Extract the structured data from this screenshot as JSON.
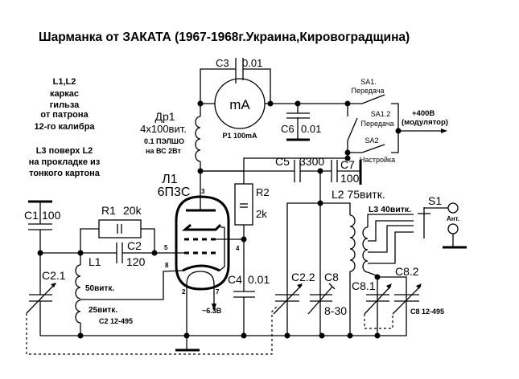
{
  "title": "Шарманка от ЗАКАТА (1967-1968г.Украина,Кировоградщина)",
  "notes": {
    "coil_form": [
      "L1,L2",
      "каркас",
      "гильза",
      "от патрона",
      "12-го калибра"
    ],
    "l3_note": [
      "L3 поверх L2",
      "на прокладке из",
      "тонкого картона"
    ]
  },
  "components": {
    "c1": {
      "ref": "C1",
      "value": "100"
    },
    "c2": {
      "ref": "C2",
      "value": "120"
    },
    "c2_1": {
      "ref": "C2.1"
    },
    "c2_2": {
      "ref": "C2.2"
    },
    "c2_range": "C2 12-495",
    "c3": {
      "ref": "C3",
      "value": "0.01"
    },
    "c4": {
      "ref": "C4",
      "value": "0.01"
    },
    "c5": {
      "ref": "C5",
      "value": "3300"
    },
    "c6": {
      "ref": "C6",
      "value": "0.01"
    },
    "c7": {
      "ref": "C7",
      "value": "100"
    },
    "c8": {
      "ref": "C8",
      "value": "8-30"
    },
    "c8_1": {
      "ref": "C8.1"
    },
    "c8_2": {
      "ref": "C8.2"
    },
    "c8_range": "C8 12-495",
    "r1": {
      "ref": "R1",
      "value": "20k"
    },
    "r2": {
      "ref": "R2",
      "value": "2k"
    },
    "l1": {
      "ref": "L1",
      "turns_top": "50витк.",
      "turns_bottom": "25витк."
    },
    "l2": {
      "label": "L2 75витк."
    },
    "l3": {
      "label": "L3 40витк."
    },
    "dr1": {
      "ref": "Др1",
      "turns": "4x100вит.",
      "wire": "0.1 ПЭЛШО",
      "form": "на ВС 2Вт"
    },
    "p1": {
      "symbol": "mA",
      "label": "P1 100mA"
    },
    "tube": {
      "ref": "Л1",
      "type": "6П3С",
      "pins": {
        "p2": "2",
        "p3": "3",
        "p4": "4",
        "p5": "5",
        "p7": "7",
        "p8": "8"
      }
    },
    "heater": "~6.3В",
    "s1": {
      "ref": "S1"
    },
    "antenna": "Ант.",
    "sa1": {
      "ref": "SA1.",
      "label": "Передача"
    },
    "sa1_2": {
      "ref": "SA1.2",
      "label": "Передача"
    },
    "sa2": {
      "ref": "SA2",
      "label": "Настройка"
    },
    "supply": {
      "voltage": "+400В",
      "source": "(модулятор)"
    }
  }
}
